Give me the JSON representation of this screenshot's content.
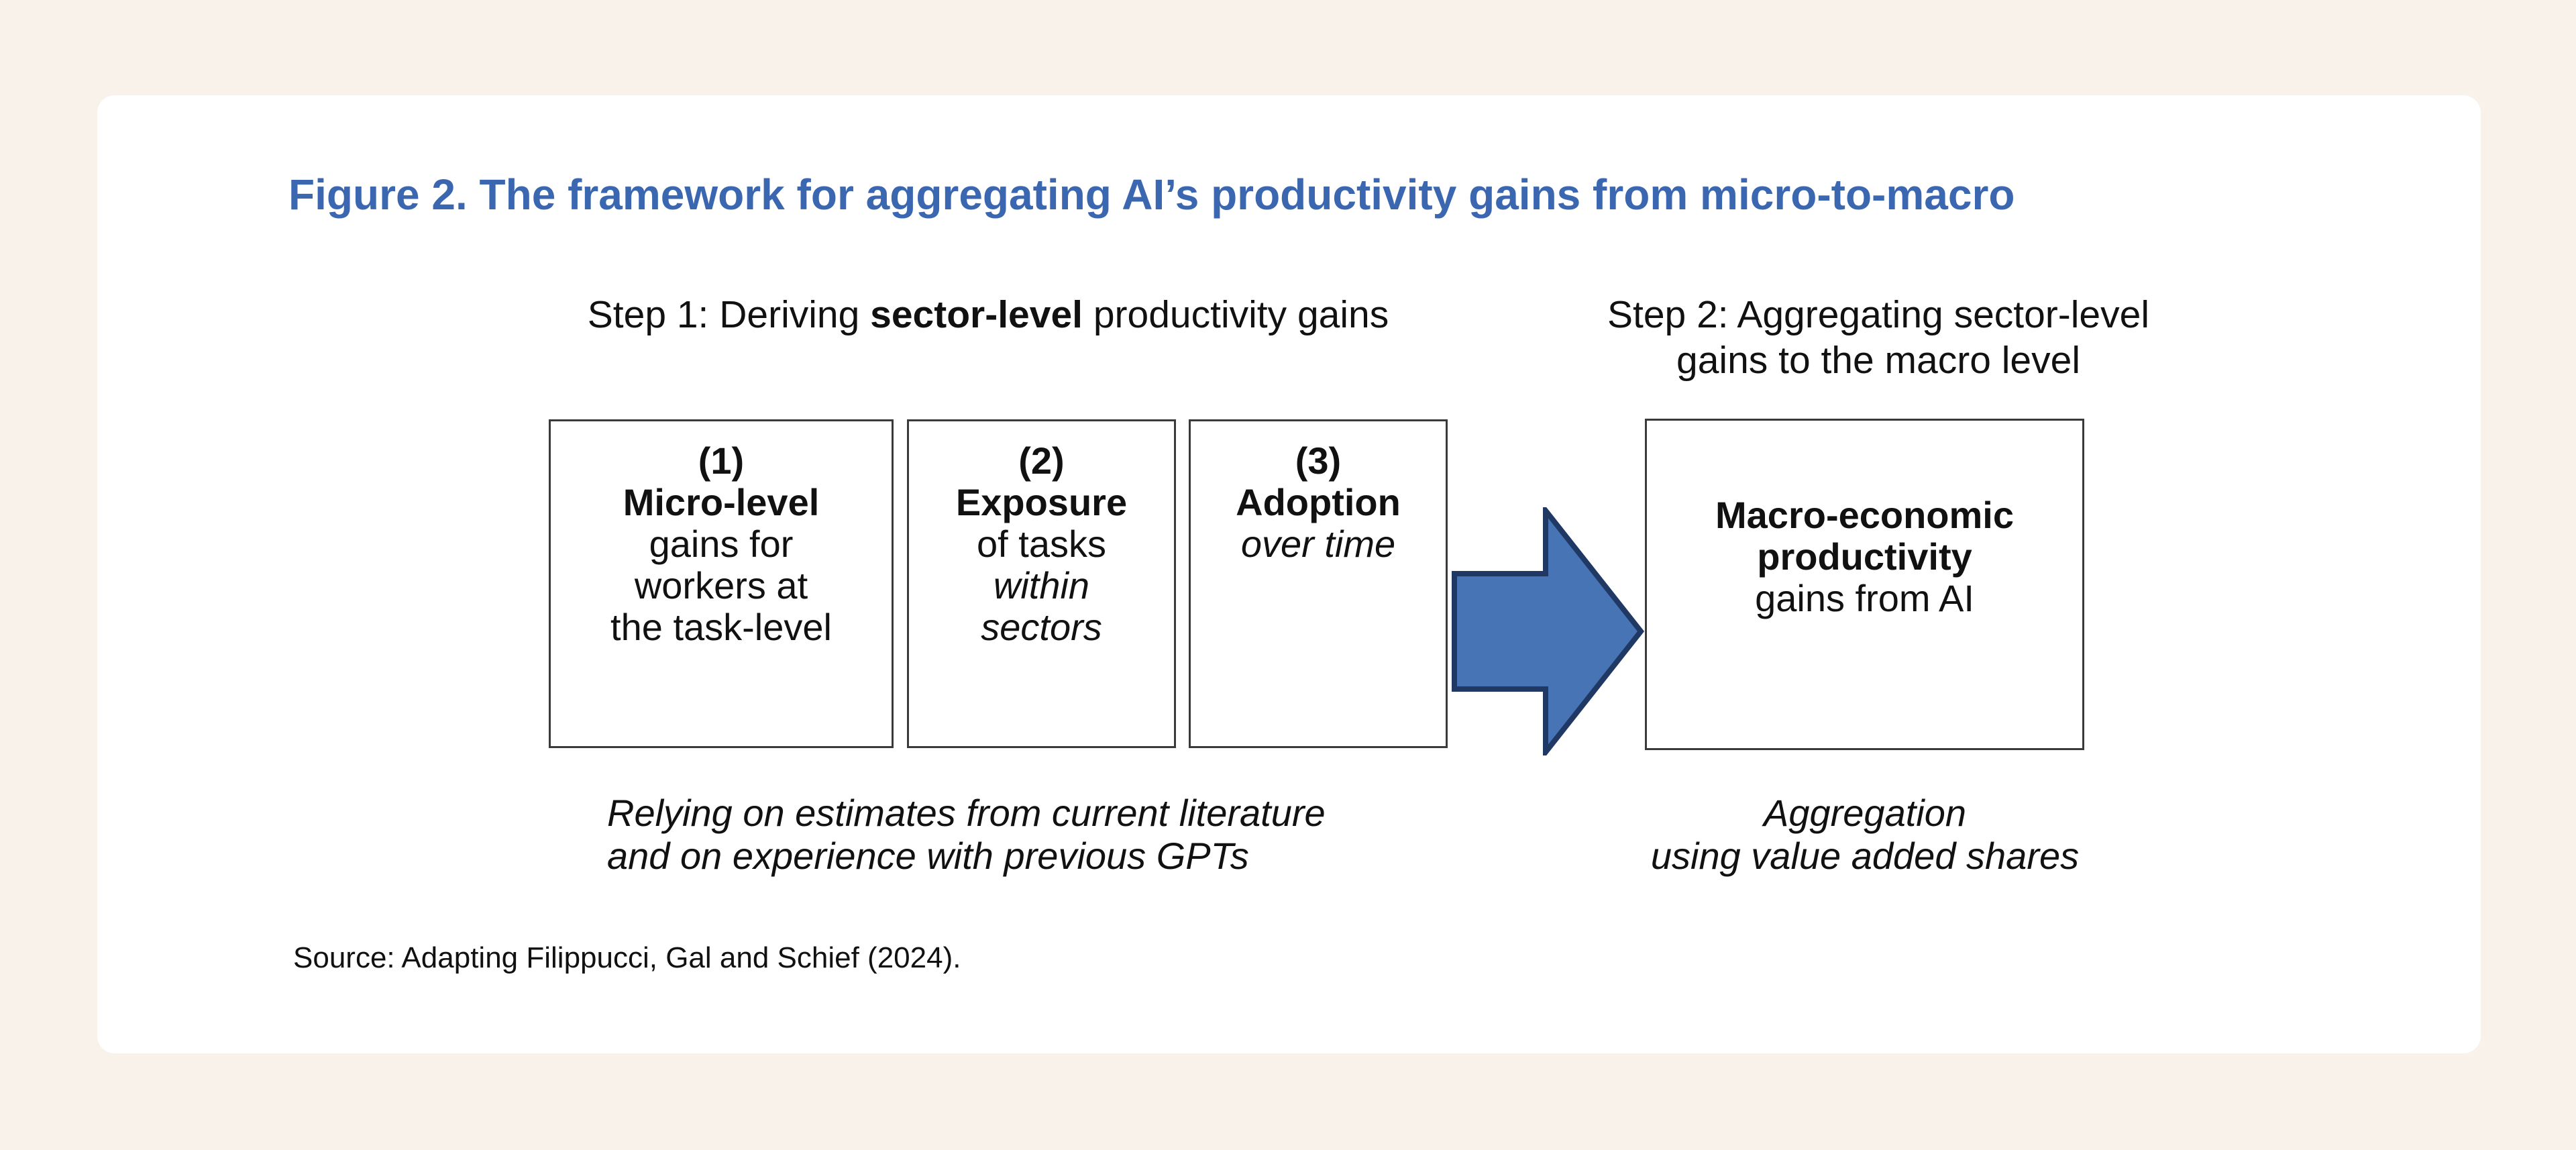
{
  "page": {
    "background_color": "#f8f2ea",
    "card_color": "#ffffff"
  },
  "figure": {
    "title": "Figure 2. The framework for aggregating AI’s productivity gains from micro-to-macro",
    "title_color": "#3b67b0",
    "step1_heading": {
      "prefix": "Step 1: Deriving ",
      "bold": "sector-level",
      "suffix": " productivity gains"
    },
    "step2_heading": {
      "line1": "Step 2: Aggregating sector-level",
      "line2": "gains to the macro level"
    },
    "boxes": [
      {
        "number": "(1)",
        "title": "Micro-level",
        "line1": "gains for",
        "line2": "workers at",
        "line3": "the task-level"
      },
      {
        "number": "(2)",
        "title": "Exposure",
        "line1": "of tasks",
        "line2": "within",
        "line3": "sectors"
      },
      {
        "number": "(3)",
        "title": "Adoption",
        "line1": "over time"
      }
    ],
    "arrow": {
      "direction": "right",
      "fill": "#4674b4",
      "border": "#1f3864"
    },
    "macro_box": {
      "title_line1": "Macro-economic",
      "title_line2": "productivity",
      "line": "gains from AI"
    },
    "caption_step1": {
      "line1": "Relying on estimates from current literature",
      "line2": "and on experience with previous GPTs"
    },
    "caption_step2": {
      "line1": "Aggregation",
      "line2": "using value added shares"
    },
    "source": "Source: Adapting Filippucci, Gal and Schief (2024)."
  }
}
